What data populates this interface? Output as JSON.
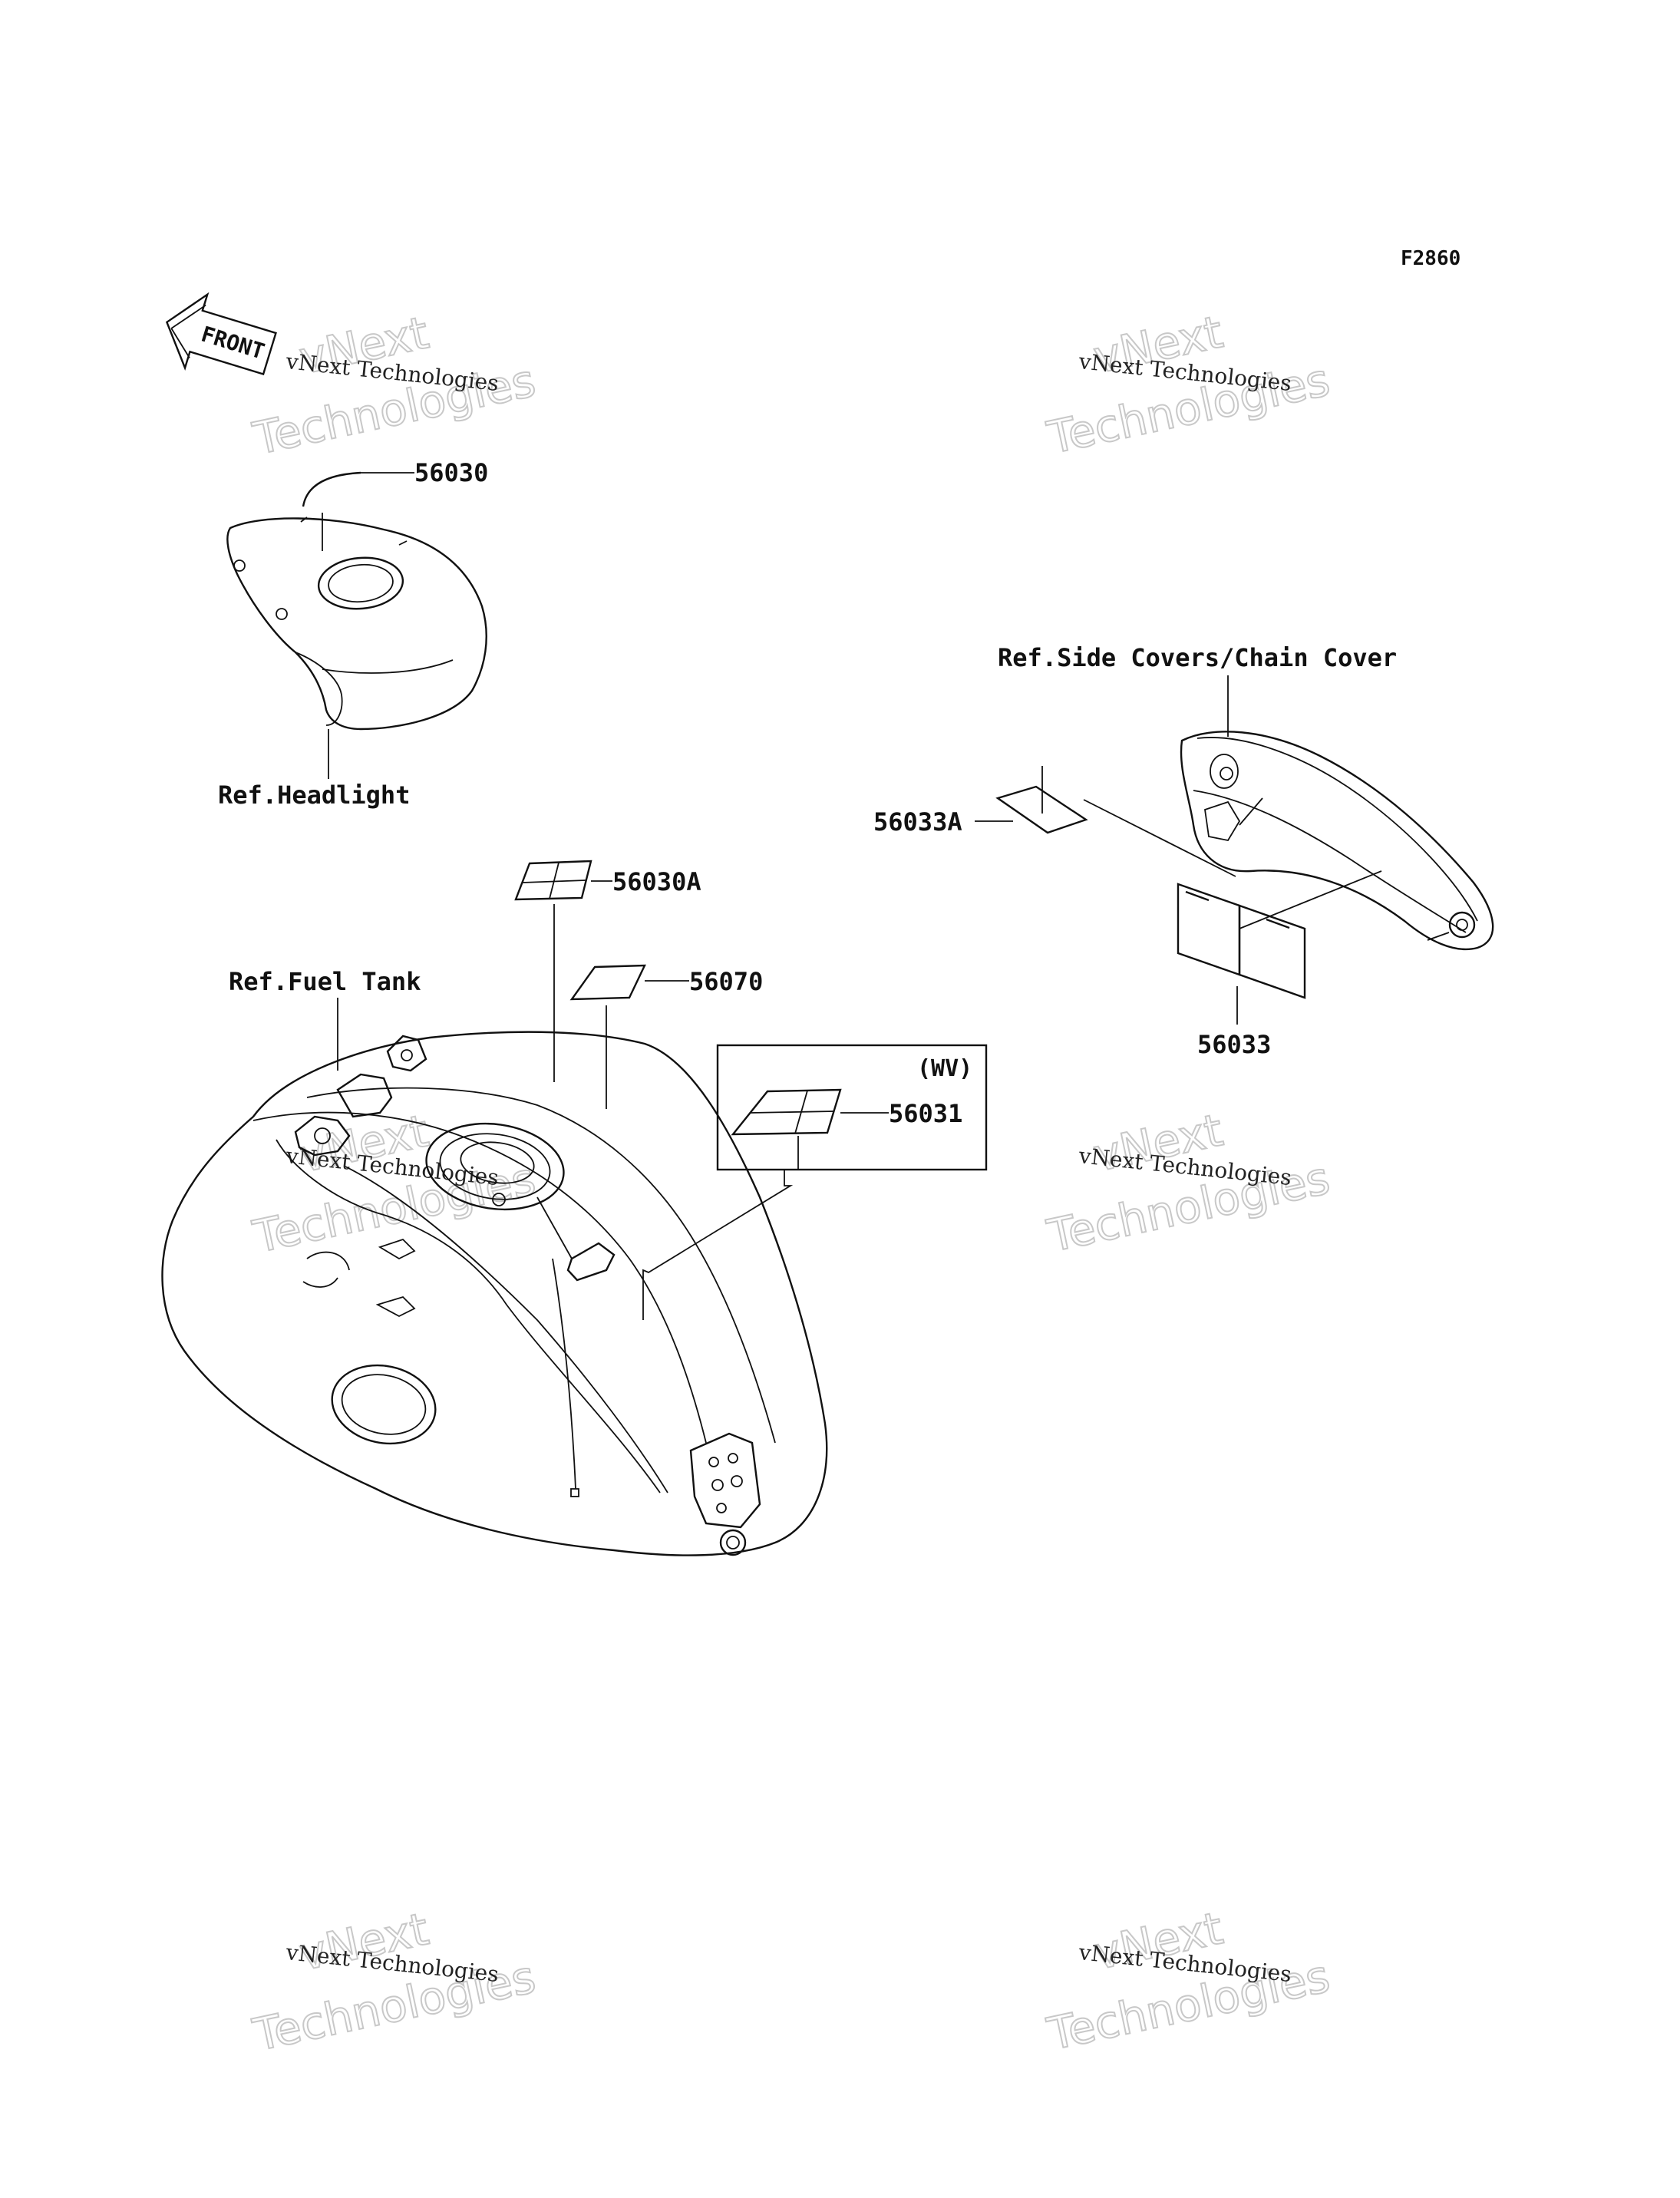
{
  "figure_code": "F2860",
  "front_arrow": {
    "label": "FRONT"
  },
  "watermark": {
    "line1": "vNext",
    "line2": "Technologies",
    "full": "vNext Technologies"
  },
  "callouts": {
    "p56030": "56030",
    "p56030a": "56030A",
    "p56070": "56070",
    "p56031": "56031",
    "p56033": "56033",
    "p56033a": "56033A",
    "variant": "(WV)"
  },
  "references": {
    "headlight": "Ref.Headlight",
    "fuel_tank": "Ref.Fuel Tank",
    "side_covers": "Ref.Side Covers/Chain Cover"
  }
}
